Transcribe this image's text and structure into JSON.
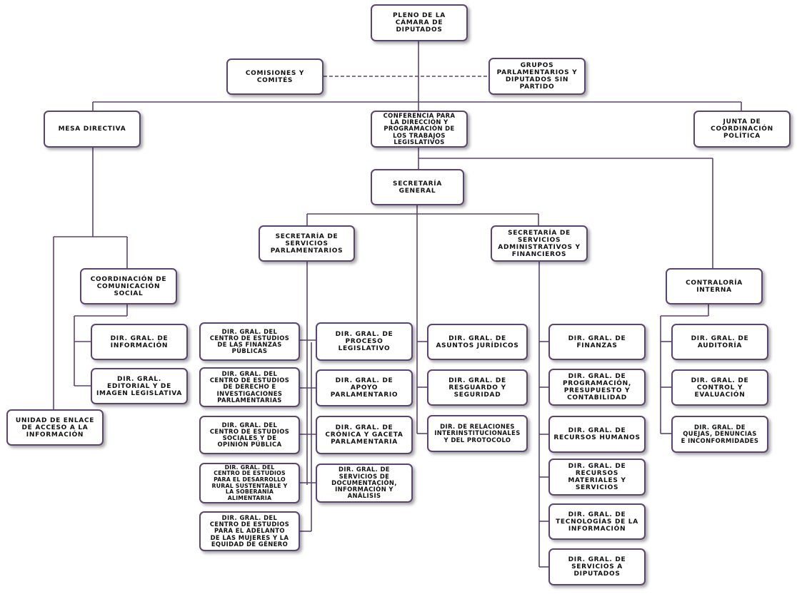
{
  "boxes": {
    "pleno": "PLENO DE LA\nCÁMARA DE\nDIPUTADOS",
    "comisiones": "COMISIONES Y\nCOMITÉS",
    "grupos": "GRUPOS\nPARLAMENTARIOS Y\nDIPUTADOS SIN\nPARTIDO",
    "mesa": "MESA  DIRECTIVA",
    "conferencia": "CONFERENCIA PARA\nLA DIRECCIÓN Y\nPROGRAMACIÓN DE\nLOS TRABAJOS\nLEGISLATIVOS",
    "junta": "JUNTA DE\nCOORDINACIÓN\nPOLÍTICA",
    "secretaria_general": "SECRETARÍA\nGENERAL",
    "sec_parlamentarios": "SECRETARÍA DE\nSERVICIOS\nPARLAMENTARIOS",
    "sec_administrativos": "SECRETARÍA DE\nSERVICIOS\nADMINISTRATIVOS Y\nFINANCIEROS",
    "coord_comunicacion": "COORDINACIÓN DE\nCOMUNICACIÓN\nSOCIAL",
    "contraloria": "CONTRALORÍA\nINTERNA",
    "dir_informacion": "DIR. GRAL. DE\nINFORMACIÓN",
    "dir_editorial": "DIR. GRAL.\nEDITORIAL Y DE\nIMAGEN LEGISLATIVA",
    "unidad_enlace": "UNIDAD DE ENLACE\nDE ACCESO A LA\nINFORMACIÓN",
    "cef": "DIR. GRAL. DEL\nCENTRO DE ESTUDIOS\nDE LAS FINANZAS\nPÚBLICAS",
    "cedip": "DIR. GRAL. DEL\nCENTRO DE ESTUDIOS\nDE DERECHO E\nINVESTIGACIONES\nPARLAMENTARIAS",
    "cesop": "DIR. GRAL. DEL\nCENTRO DE ESTUDIOS\nSOCIALES Y DE\nOPINIÓN PÚBLICA",
    "cedrssa": "DIR. GRAL.  DEL\nCENTRO DE ESTUDIOS\nPARA EL DESARROLLO\nRURAL SUSTENTABLE  Y\nLA SOBERANÍA\nALIMENTARIA",
    "ceameg": "DIR. GRAL. DEL\nCENTRO DE ESTUDIOS\nPARA EL ADELANTO\nDE LAS MUJERES Y LA\nEQUIDAD DE GÉNERO",
    "proceso_legislativo": "DIR. GRAL. DE\nPROCESO\nLEGISLATIVO",
    "apoyo_parlamentario": "DIR. GRAL. DE\nAPOYO\nPARLAMENTARIO",
    "cronica": "DIR. GRAL. DE\nCRÓNICA Y GACETA\nPARLAMENTARIA",
    "documentacion": "DIR. GRAL. DE\nSERVICIOS DE\nDOCUMENTACIÓN,\nINFORMACIÓN Y\nANÁLISIS",
    "juridicos": "DIR. GRAL. DE\nASUNTOS JURÍDICOS",
    "resguardo": "DIR. GRAL. DE\nRESGUARDO Y\nSEGURIDAD",
    "relaciones": "DIR.  DE RELACIONES\nINTERINSTITUCIONALES\nY DEL PROTOCOLO",
    "finanzas": "DIR. GRAL. DE\nFINANZAS",
    "programacion": "DIR. GRAL. DE\nPROGRAMACIÓN,\nPRESUPUESTO Y\nCONTABILIDAD",
    "recursos_humanos": "DIR. GRAL. DE\nRECURSOS HUMANOS",
    "recursos_materiales": "DIR. GRAL. DE\nRECURSOS\nMATERIALES Y\nSERVICIOS",
    "tecnologias": "DIR. GRAL. DE\nTECNOLOGÍAS DE LA\nINFORMACIÓN",
    "servicios_diputados": "DIR. GRAL. DE\nSERVICIOS A\nDIPUTADOS",
    "auditoria": "DIR. GRAL. DE\nAUDITORÍA",
    "control": "DIR. GRAL. DE\nCONTROL Y\nEVALUACIÓN",
    "quejas": "DIR. GRAL. DE\nQUEJAS, DENUNCIAS\nE INCONFORMIDADES"
  },
  "colors": {
    "line": "#5a4470",
    "box_border": "#5a4470",
    "text": "#111111"
  }
}
